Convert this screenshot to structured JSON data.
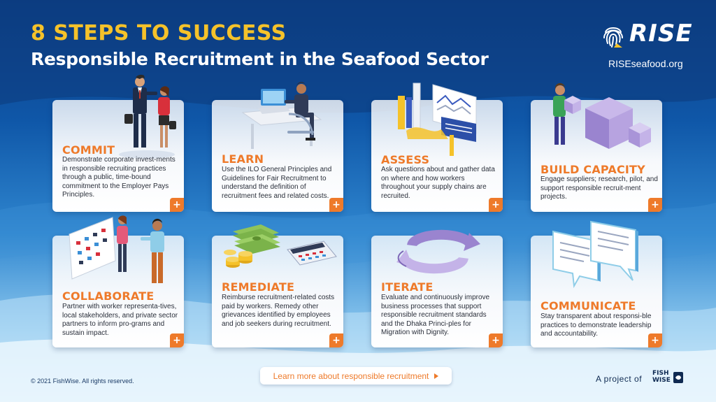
{
  "header": {
    "title": "8 STEPS TO SUCCESS",
    "subtitle": "Responsible Recruitment in the Seafood Sector"
  },
  "brand": {
    "logo_text": "RISE",
    "url": "RISEseafood.org",
    "icon": "fingerprint-icon"
  },
  "colors": {
    "accent_orange": "#ee7a2a",
    "title_yellow": "#f5c22a",
    "navy": "#0d3f86"
  },
  "steps": [
    {
      "title": "COMMIT",
      "body": "Demonstrate corporate invest-ments in responsible recruiting practices through a public, time-bound commitment to the Employer Pays Principles.",
      "expand": "+"
    },
    {
      "title": "LEARN",
      "body": "Use the ILO General Principles and Guidelines for Fair Recruitment to understand the definition of recruitment fees and related costs.",
      "expand": "+"
    },
    {
      "title": "ASSESS",
      "body": "Ask questions about and gather data on where and how workers throughout your supply chains are recruited.",
      "expand": "+"
    },
    {
      "title": "BUILD CAPACITY",
      "body": "Engage suppliers; research, pilot, and support responsible recruit-ment projects.",
      "expand": "+"
    },
    {
      "title": "COLLABORATE",
      "body": "Partner with worker representa-tives, local stakeholders, and private sector partners to inform pro-grams and sustain impact.",
      "expand": "+"
    },
    {
      "title": "REMEDIATE",
      "body": "Reimburse recruitment-related costs paid by workers. Remedy other grievances identified by employees and job seekers during recruitment.",
      "expand": "+"
    },
    {
      "title": "ITERATE",
      "body": "Evaluate and continuously improve business processes that support responsible recruitment standards and the Dhaka Princi-ples for Migration with Dignity.",
      "expand": "+"
    },
    {
      "title": "COMMUNICATE",
      "body": "Stay transparent about responsi-ble practices to demonstrate leadership and accountability.",
      "expand": "+"
    }
  ],
  "footer": {
    "copyright": "© 2021 FishWise. All rights reserved.",
    "cta_label": "Learn more about responsible recruitment",
    "project_label": "A project of",
    "partner_line1": "FISH",
    "partner_line2": "WISE"
  }
}
